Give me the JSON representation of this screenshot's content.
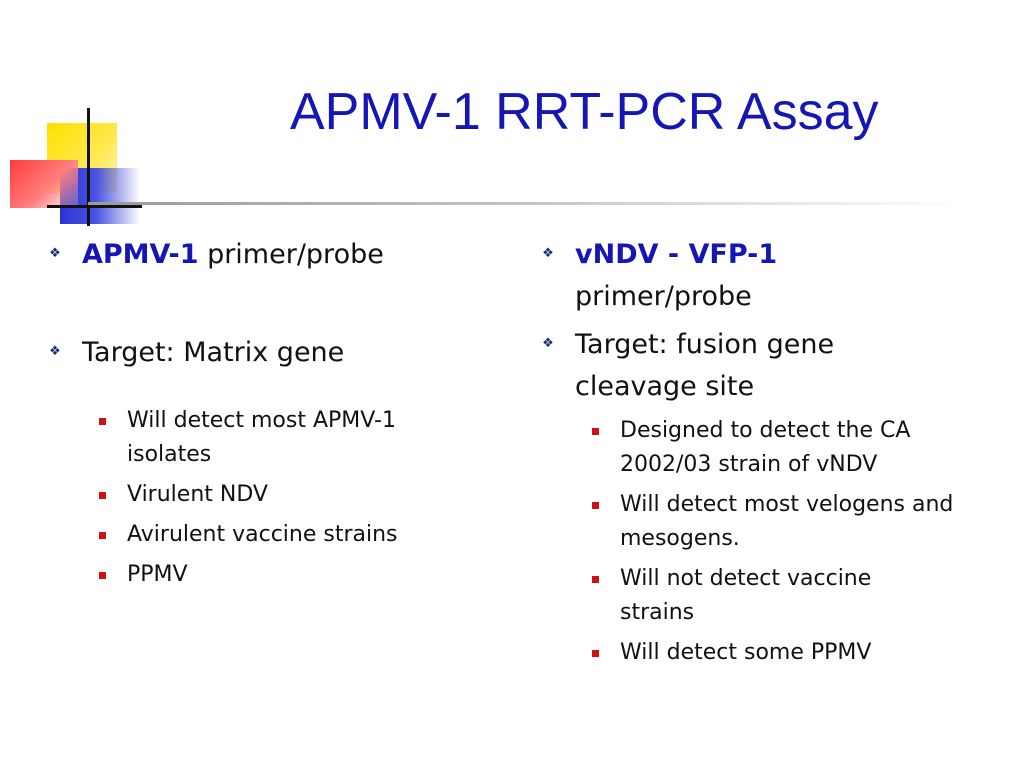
{
  "slide": {
    "title": "APMV-1 RRT-PCR Assay"
  },
  "left": {
    "items": [
      {
        "bold": "APMV-1",
        "rest": " primer/probe"
      },
      {
        "text": "Target: Matrix gene"
      }
    ],
    "subitems": [
      "Will detect most APMV-1 isolates",
      "Virulent NDV",
      "Avirulent vaccine strains",
      "PPMV"
    ]
  },
  "right": {
    "items": [
      {
        "bold": "vNDV - VFP-1",
        "rest": "primer/probe"
      },
      {
        "text": "Target: fusion gene cleavage site"
      }
    ],
    "subitems": [
      "Designed to detect the CA 2002/03 strain of vNDV",
      "Will detect most velogens and mesogens.",
      "Will not detect vaccine strains",
      "Will detect some PPMV"
    ]
  },
  "colors": {
    "title": "#1616b4",
    "emphasis": "#1616b4",
    "sub_bullet": "#cc1111"
  },
  "icons": {
    "level1_bullet": "diamond-cluster-icon",
    "level2_bullet": "red-square-icon"
  }
}
